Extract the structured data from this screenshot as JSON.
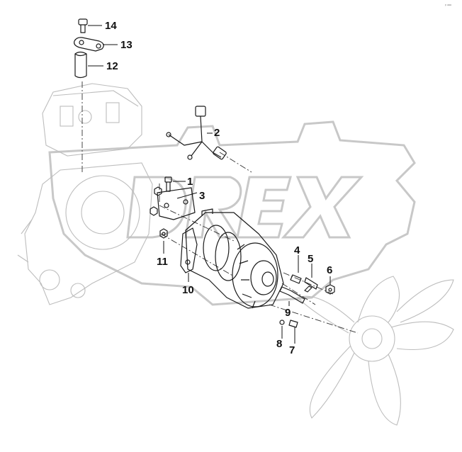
{
  "corner_mark": "ᵖ ᵃᵃᵃ",
  "watermark": "DREX",
  "callouts": [
    {
      "id": "1",
      "label": "1"
    },
    {
      "id": "2",
      "label": "2"
    },
    {
      "id": "3",
      "label": "3"
    },
    {
      "id": "4",
      "label": "4"
    },
    {
      "id": "5",
      "label": "5"
    },
    {
      "id": "6",
      "label": "6"
    },
    {
      "id": "7",
      "label": "7"
    },
    {
      "id": "8",
      "label": "8"
    },
    {
      "id": "9",
      "label": "9"
    },
    {
      "id": "10",
      "label": "10"
    },
    {
      "id": "11",
      "label": "11"
    },
    {
      "id": "12",
      "label": "12"
    },
    {
      "id": "13",
      "label": "13"
    },
    {
      "id": "14",
      "label": "14"
    }
  ],
  "colors": {
    "line": "#1a1a1a",
    "ghost": "#bdbdbd",
    "watermark": "#c8c8c8",
    "background": "#ffffff"
  }
}
